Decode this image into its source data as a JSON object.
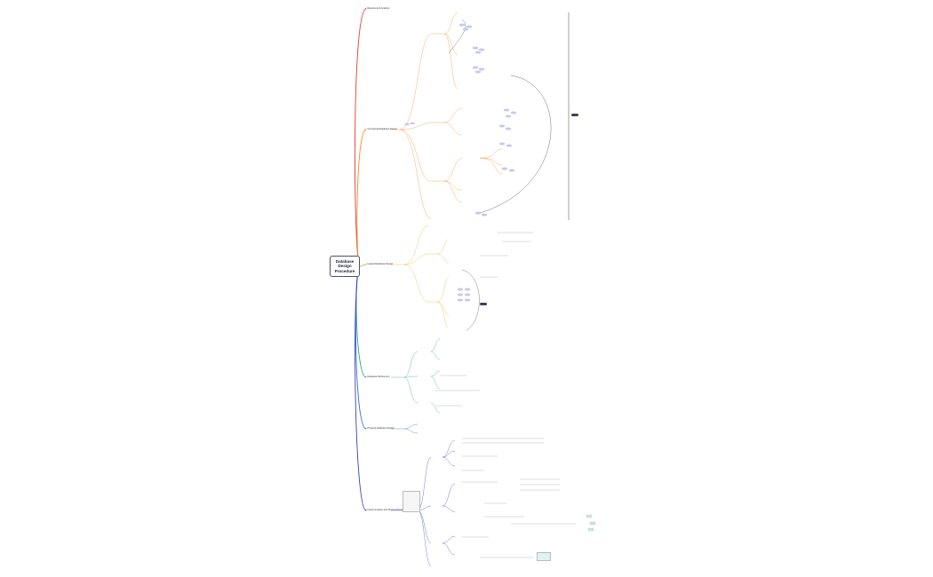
{
  "root": {
    "title": "Database Design Procedure"
  },
  "branches": [
    {
      "label": "Requirement Analysis",
      "color": "#e53b30"
    },
    {
      "label": "Conceptual Database Design",
      "color": "#f28c28"
    },
    {
      "label": "Logical Database Design",
      "color": "#e4b42a"
    },
    {
      "label": "Database Refinement",
      "color": "#2e9e8f"
    },
    {
      "label": "Physical Database Design",
      "color": "#2f6fd0"
    },
    {
      "label": "Implementation and Physical Design",
      "color": "#3a3fb5"
    }
  ]
}
